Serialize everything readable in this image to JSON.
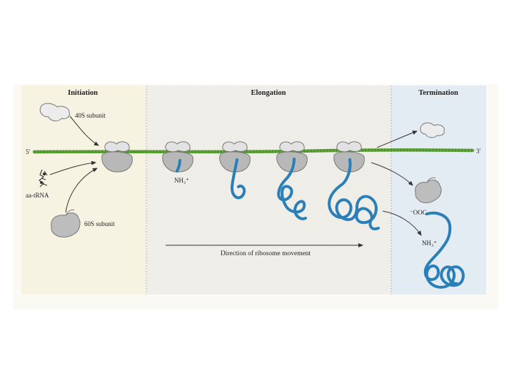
{
  "headers": {
    "initiation": "Initiation",
    "elongation": "Elongation",
    "termination": "Termination"
  },
  "labels": {
    "five_prime": "5'",
    "three_prime": "3'",
    "subunit_40s": "40S subunit",
    "subunit_60s": "60S subunit",
    "aa_trna": "aa-tRNA",
    "nh3_elong": "NH₃⁺",
    "nh3_term": "NH₃⁺",
    "cooh": "⁻OOC",
    "direction": "Direction of ribosome movement"
  },
  "colors": {
    "initiation_panel": "#f6f3e2",
    "elongation_panel": "#f1efe9",
    "termination_panel": "#e3ebf3",
    "mrna": "#5fa23a",
    "polypeptide": "#2a7fb8",
    "ribosome": "#b8b8b8",
    "arrow": "#333333"
  }
}
